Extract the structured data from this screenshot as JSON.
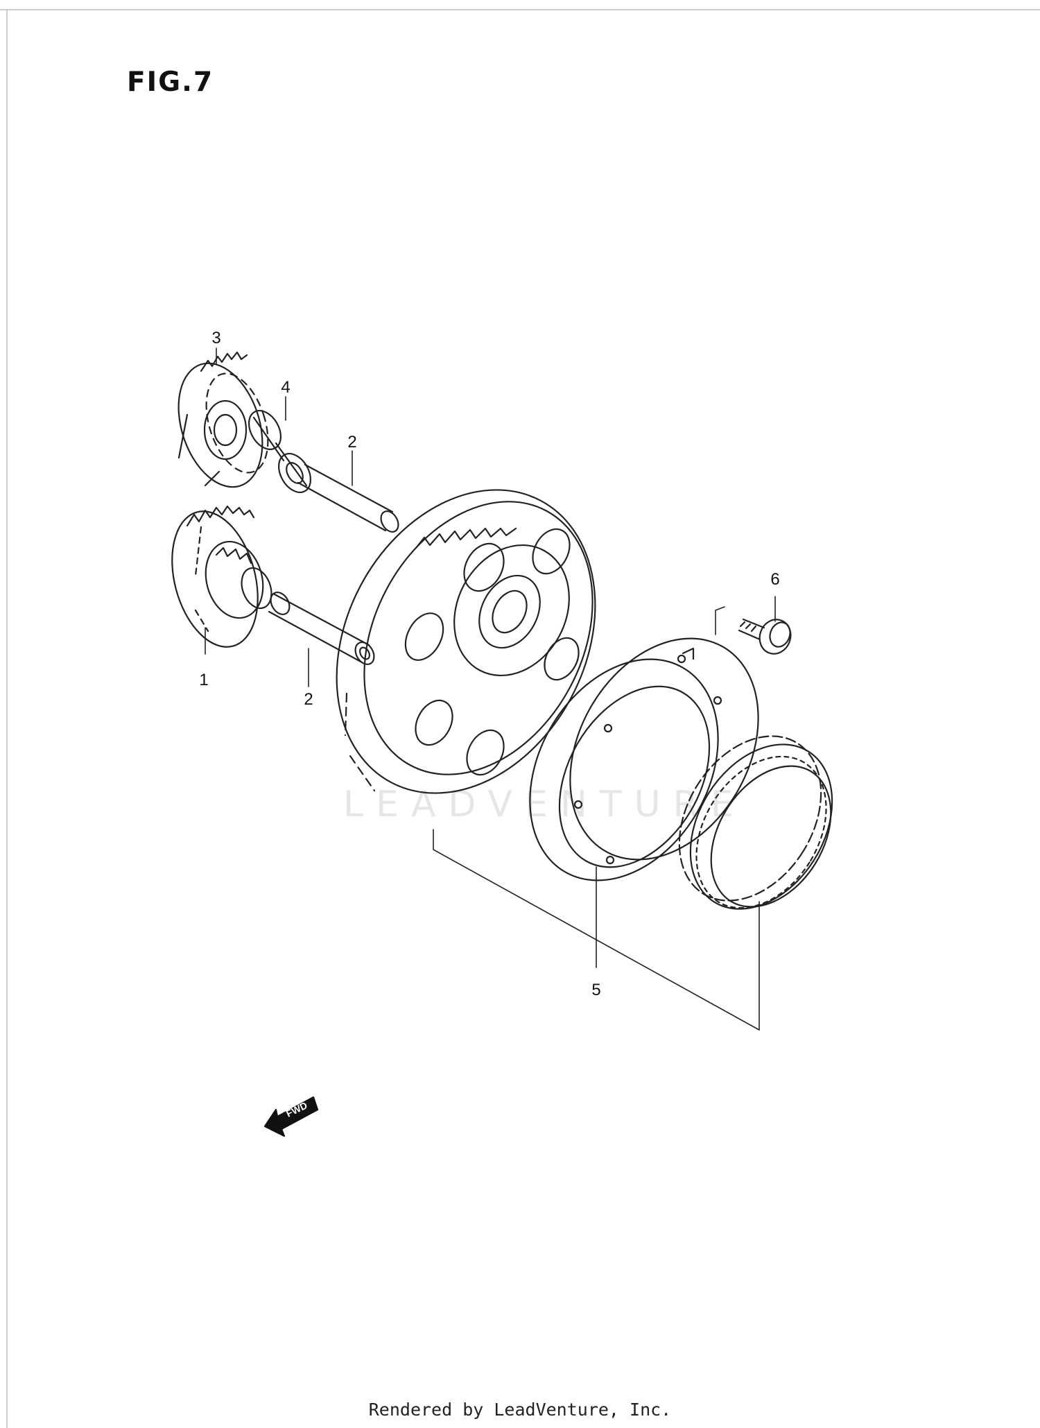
{
  "figure": {
    "title": "FIG.7"
  },
  "callouts": [
    "3",
    "4",
    "2",
    "1",
    "2",
    "6",
    "5"
  ],
  "fwd_badge": "FWD",
  "watermark": "LEADVENTURE",
  "footer": "Rendered by LeadVenture, Inc."
}
